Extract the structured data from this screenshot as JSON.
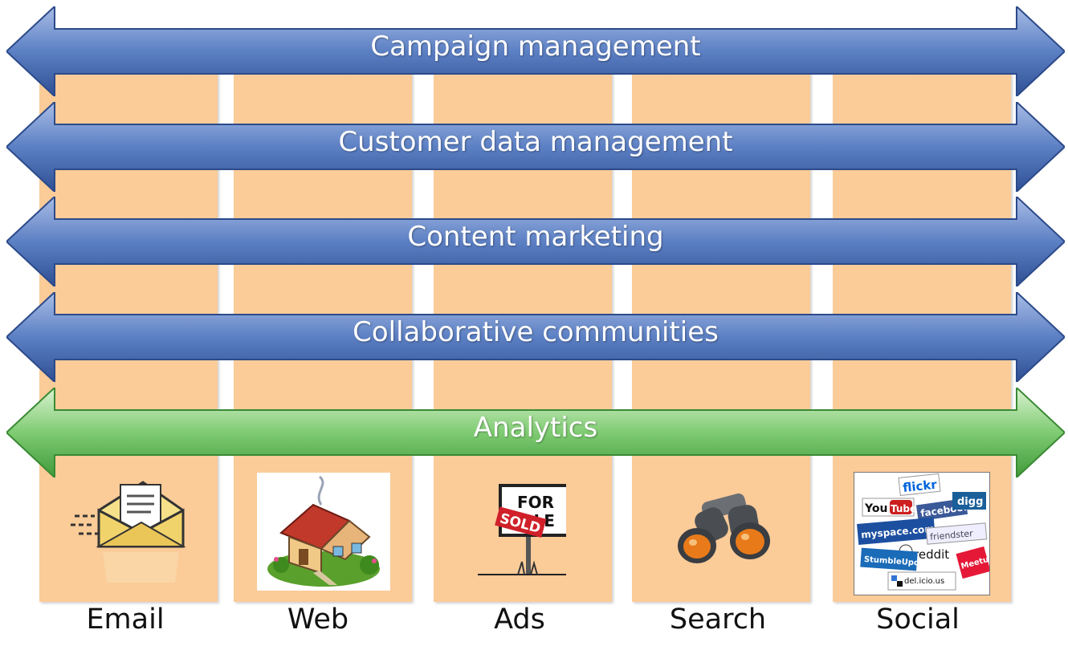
{
  "columns": [
    {
      "label": "Email"
    },
    {
      "label": "Web"
    },
    {
      "label": "Ads"
    },
    {
      "label": "Search"
    },
    {
      "label": "Social"
    }
  ],
  "bands": [
    {
      "label": "Campaign management",
      "color": "blue"
    },
    {
      "label": "Customer data management",
      "color": "blue"
    },
    {
      "label": "Content marketing",
      "color": "blue"
    },
    {
      "label": "Collaborative communities",
      "color": "blue"
    },
    {
      "label": "Analytics",
      "color": "green"
    }
  ],
  "images": {
    "ads_sign_text": "FOR SALE",
    "ads_sold_text": "SOLD",
    "social_logos": [
      "flickr",
      "YouTube",
      "facebook",
      "digg",
      "myspace.com",
      "friendster",
      "reddit",
      "StumbleUpon",
      "Meetup",
      "del.icio.us"
    ]
  },
  "colors": {
    "column_fill": "#fbcb98",
    "blue_band": "#5a7cc0",
    "green_band": "#6ec26a"
  }
}
